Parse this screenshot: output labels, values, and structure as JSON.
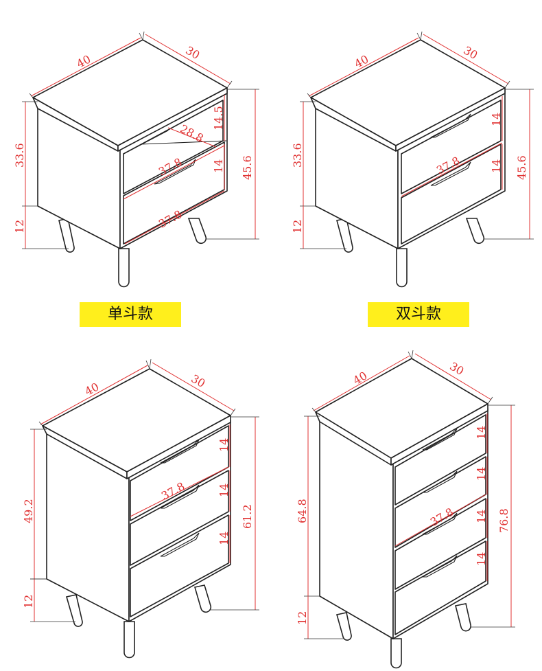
{
  "labels": {
    "single": "单斗款",
    "double": "双斗款"
  },
  "dims": {
    "w": "40",
    "d": "30",
    "d1_body": "33.6",
    "d1_leg": "12",
    "d1_h": "45.6",
    "d1_top": "14.5",
    "d1_inner": "28.8",
    "d1_drawer": "14",
    "d1_shelf": "37.8",
    "d1_front": "37.8",
    "d2_body": "33.6",
    "d2_leg": "12",
    "d2_h": "45.6",
    "d2_dr1": "14",
    "d2_dr2": "14",
    "d2_front": "37.8",
    "d3_body": "49.2",
    "d3_leg": "12",
    "d3_h": "61.2",
    "d3_dr1": "14",
    "d3_dr2": "14",
    "d3_dr3": "14",
    "d3_front": "37.8",
    "d4_body": "64.8",
    "d4_leg": "12",
    "d4_h": "76.8",
    "d4_dr1": "14",
    "d4_dr2": "14",
    "d4_dr3": "14",
    "d4_dr4": "14",
    "d4_front": "37.8"
  },
  "colors": {
    "dimension": "#e03030",
    "badge": "#ffef1c"
  }
}
